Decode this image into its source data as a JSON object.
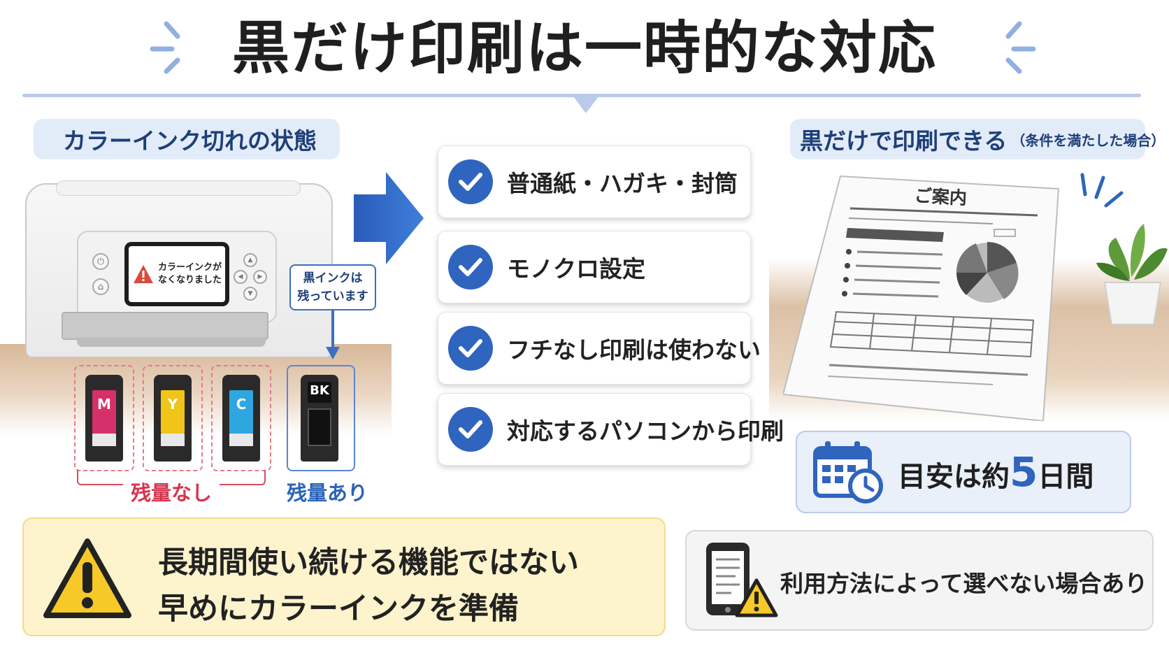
{
  "title": "黒だけ印刷は一時的な対応",
  "left_panel": {
    "heading": "カラーインク切れの状態",
    "lcd_message": "カラーインクが\nなくなりました",
    "callout": "黒インクは\n残っています",
    "cartridges": [
      {
        "letter": "M",
        "color": "#d6306a"
      },
      {
        "letter": "Y",
        "color": "#f0c419"
      },
      {
        "letter": "C",
        "color": "#2ea6e0"
      },
      {
        "letter": "BK",
        "color": "#111111"
      }
    ],
    "label_empty": "残量なし",
    "label_remaining": "残量あり"
  },
  "checklist": [
    "普通紙・ハガキ・封筒",
    "モノクロ設定",
    "フチなし印刷は使わない",
    "対応するパソコンから印刷"
  ],
  "right_panel": {
    "heading": "黒だけで印刷できる",
    "heading_note": "（条件を満たした場合）",
    "document_title": "ご案内",
    "days_prefix": "目安は約",
    "days_number": "5",
    "days_suffix": "日間"
  },
  "warning_yellow": {
    "line1": "長期間使い続ける機能ではない",
    "line2": "早めにカラーインクを準備"
  },
  "warning_grey": {
    "text": "利用方法によって選べない場合あり"
  },
  "colors": {
    "accent_blue": "#2f64bf",
    "heading_navy": "#1e3f78",
    "empty_red": "#d6354f",
    "warning_yellow_bg": "#fdf3cc"
  }
}
